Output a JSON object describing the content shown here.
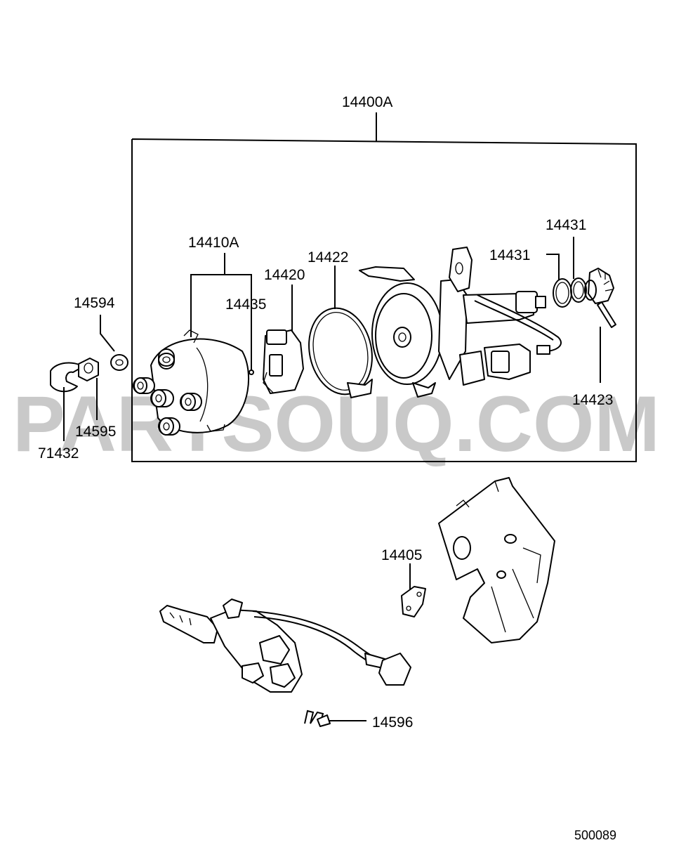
{
  "diagram": {
    "assembly_label": "14400A",
    "watermark": "PARTSOUQ.COM",
    "figure_code": "500089",
    "parts": {
      "p14410A": "14410A",
      "p14435": "14435",
      "p14420": "14420",
      "p14422": "14422",
      "p14431a": "14431",
      "p14431b": "14431",
      "p14423": "14423",
      "p14594": "14594",
      "p14595": "14595",
      "p71432": "71432",
      "p14405": "14405",
      "p14596": "14596"
    }
  }
}
